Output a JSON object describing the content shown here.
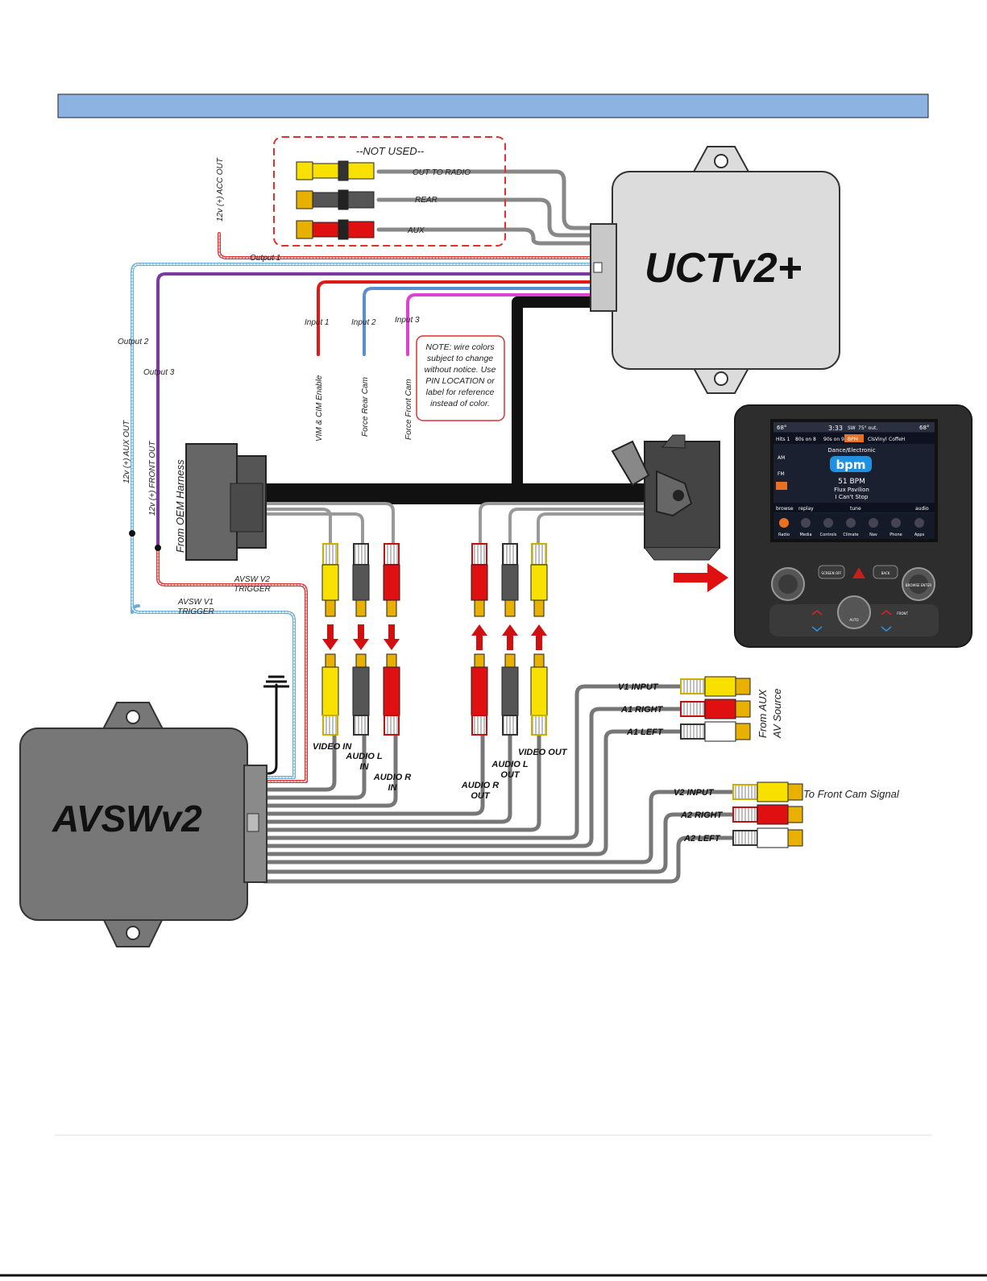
{
  "header_bar": {
    "text": ""
  },
  "uct": {
    "name": "UCTv2+"
  },
  "avsw": {
    "name": "AVSWv2"
  },
  "not_used": {
    "title": "--NOT USED--",
    "items": [
      "OUT TO RADIO",
      "REAR",
      "AUX"
    ]
  },
  "uct_outputs": {
    "acc_out": "12v (+) ACC OUT",
    "output1": "Output 1",
    "output2": "Output 2",
    "output3": "Output 3",
    "aux_out": "12v (+) AUX OUT",
    "front_out": "12v (+) FRONT OUT"
  },
  "uct_inputs": {
    "input1": "Input 1",
    "input2": "Input 2",
    "input3": "Input 3",
    "vim": "VIM & CIM Enable",
    "rear": "Force Rear Cam",
    "front": "Force Front Cam"
  },
  "note": {
    "lines": [
      "NOTE: wire colors",
      "subject to change",
      "without notice. Use",
      "PIN LOCATION or",
      "label for reference",
      "instead of color."
    ]
  },
  "oem_harness": "From OEM Harness",
  "triggers": {
    "v2": [
      "AVSW V2",
      "TRIGGER"
    ],
    "v1": [
      "AVSW V1",
      "TRIGGER"
    ]
  },
  "rca_labels": {
    "video_in": "VIDEO IN",
    "audio_l_in": [
      "AUDIO L",
      "IN"
    ],
    "audio_r_in": [
      "AUDIO R",
      "IN"
    ],
    "audio_r_out": [
      "AUDIO R",
      "OUT"
    ],
    "audio_l_out": [
      "AUDIO L",
      "OUT"
    ],
    "video_out": "VIDEO OUT"
  },
  "aux_inputs": {
    "v1": "V1 INPUT",
    "a1r": "A1 RIGHT",
    "a1l": "A1 LEFT",
    "source": [
      "From AUX",
      "AV Source"
    ]
  },
  "cam_inputs": {
    "v2": "V2 INPUT",
    "a2r": "A2 RIGHT",
    "a2l": "A2 LEFT",
    "signal": "To Front Cam Signal"
  },
  "radio": {
    "temp_left": "68°",
    "time": "3:33",
    "sw": "SW",
    "outside": "75° out.",
    "temp_right": "68°",
    "presets": [
      "Hits 1",
      "80s on 8",
      "90s on 9",
      "BPM",
      "ClsVinyl",
      "CoffeH"
    ],
    "genre": "Dance/Electronic",
    "logo": "bpm",
    "channel": "51 BPM",
    "artist": "Flux Pavilion",
    "song": "I Can't Stop",
    "side": [
      "AM",
      "FM"
    ],
    "controls": [
      "browse",
      "replay",
      "tune",
      "audio"
    ],
    "apps": [
      "Radio",
      "Media",
      "Controls",
      "Climate",
      "Nav",
      "Phone",
      "Apps"
    ],
    "buttons": [
      "SCREEN OFF",
      "BACK",
      "AUTO",
      "FRONT",
      "BROWSE ENTER"
    ]
  }
}
